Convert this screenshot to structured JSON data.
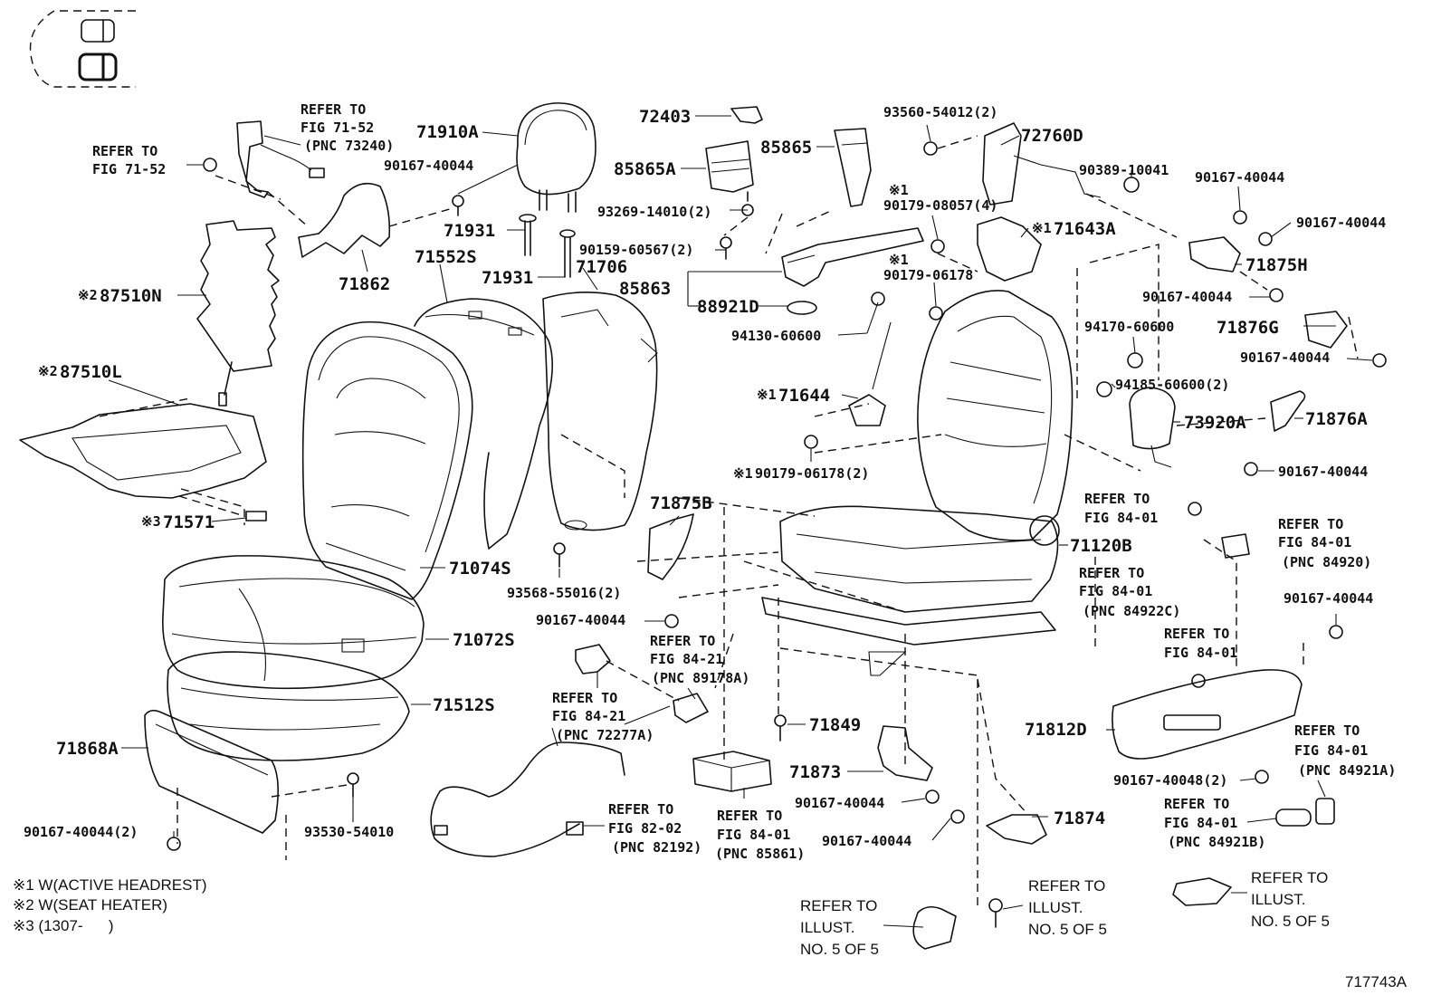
{
  "labels": {
    "p71910A": "71910A",
    "p90167_40044_a": "90167-40044",
    "p71931_a": "71931",
    "p71931_b": "71931",
    "p71706": "71706",
    "p71552S": "71552S",
    "p71862": "71862",
    "p87510N": "87510N",
    "p87510L": "87510L",
    "p71571": "71571",
    "p71074S": "71074S",
    "p71072S": "71072S",
    "p71512S": "71512S",
    "p71868A": "71868A",
    "p90167_40044_2": "90167-40044(2)",
    "p93530_54010": "93530-54010",
    "p72403": "72403",
    "p85865A": "85865A",
    "p85865": "85865",
    "p93269_14010": "93269-14010(2)",
    "p90159_60567": "90159-60567(2)",
    "p85863": "85863",
    "p88921D": "88921D",
    "p94130_60600": "94130-60600",
    "p93560_54012": "93560-54012(2)",
    "p72760D": "72760D",
    "p90389_10041": "90389-10041",
    "p90179_08057": "90179-08057(4)",
    "p71643A": "71643A",
    "p90179_06178_a": "90179-06178",
    "p71644": "71644",
    "p90179_06178_2": "90179-06178(2)",
    "p90167_40044_b": "90167-40044",
    "p90167_40044_c": "90167-40044",
    "p71875H": "71875H",
    "p90167_40044_d": "90167-40044",
    "p71876G": "71876G",
    "p90167_40044_e": "90167-40044",
    "p94170_60600": "94170-60600",
    "p94185_60600": "94185-60600(2)",
    "p73920A": "73920A",
    "p71876A": "71876A",
    "p90167_40044_f": "90167-40044",
    "p71120B": "71120B",
    "p71875B": "71875B",
    "p93568_55016": "93568-55016(2)",
    "p90167_40044_g": "90167-40044",
    "p71849": "71849",
    "p71873": "71873",
    "p90167_40044_h": "90167-40044",
    "p90167_40044_i": "90167-40044",
    "p71874": "71874",
    "p90167_40044_j": "90167-40044",
    "p71812D": "71812D",
    "p90167_40048": "90167-40048(2)"
  },
  "mark1": "※1",
  "mark2": "※2",
  "mark3": "※3",
  "refer": {
    "r71_52_a": [
      "REFER TO",
      "FIG 71-52",
      "(PNC 73240)"
    ],
    "r71_52_b": [
      "REFER TO",
      "FIG 71-52"
    ],
    "r84_01_a": [
      "REFER TO",
      "FIG 84-01"
    ],
    "r84_01_b": [
      "REFER TO",
      "FIG 84-01",
      "(PNC 84920)"
    ],
    "r84_01_c": [
      "REFER TO",
      "FIG 84-01",
      "(PNC 84922C)"
    ],
    "r84_01_d": [
      "REFER TO",
      "FIG 84-01"
    ],
    "r84_01_e": [
      "REFER TO",
      "FIG 84-01",
      "(PNC 84921A)"
    ],
    "r84_01_f": [
      "REFER TO",
      "FIG 84-01",
      "(PNC 84921B)"
    ],
    "r84_21_a": [
      "REFER TO",
      "FIG 84-21",
      "(PNC 89178A)"
    ],
    "r84_21_b": [
      "REFER TO",
      "FIG 84-21",
      "(PNC 72277A)"
    ],
    "r82_02": [
      "REFER TO",
      "FIG 82-02",
      "(PNC 82192)"
    ],
    "r84_01_g": [
      "REFER TO",
      "FIG 84-01",
      "(PNC 85861)"
    ],
    "illus_a": [
      "REFER TO",
      "ILLUST.",
      "NO. 5 OF 5"
    ],
    "illus_b": [
      "REFER TO",
      "ILLUST.",
      "NO. 5 OF 5"
    ],
    "illus_c": [
      "REFER TO",
      "ILLUST.",
      "NO. 5 OF 5"
    ]
  },
  "notes": [
    "※1 W(ACTIVE HEADREST)",
    "※2 W(SEAT HEATER)",
    "※3 (1307-      )"
  ],
  "figure_id": "717743A"
}
